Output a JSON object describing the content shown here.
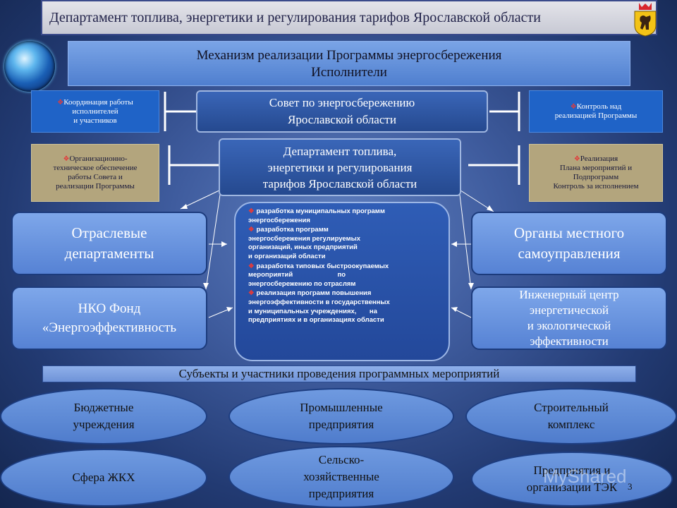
{
  "header": {
    "title": "Департамент топлива, энергетики и регулирования тарифов Ярославской области"
  },
  "mechanism": {
    "line1": "Механизм реализации Программы энергосбережения",
    "line2": "Исполнители"
  },
  "council": {
    "line1": "Совет по энергосбережению",
    "line2": "Ярославской области"
  },
  "department": {
    "line1": "Департамент топлива,",
    "line2": "энергетики и регулирования",
    "line3": "тарифов Ярославской области"
  },
  "side_boxes": {
    "coordination": {
      "line1": "Координация работы",
      "line2": "исполнителей",
      "line3": "и участников"
    },
    "control": {
      "line1": "Контроль над",
      "line2": "реализацией Программы"
    },
    "org_support": {
      "line1": "Организационно-",
      "line2": "техническое обеспечение",
      "line3": "работы Совета и",
      "line4": "реализации Программы"
    },
    "implementation": {
      "line1": "Реализация",
      "line2": "Плана мероприятий и",
      "line3": "Подпрограмм",
      "line4": "Контроль за исполнением"
    }
  },
  "left_boxes": {
    "branch": {
      "line1": "Отраслевые",
      "line2": "департаменты"
    },
    "nko": {
      "line1": "НКО Фонд",
      "line2": "«Энергоэффективность"
    }
  },
  "right_boxes": {
    "local_gov": {
      "line1": "Органы местного",
      "line2": "самоуправления"
    },
    "eng_center": {
      "line1": "Инженерный центр",
      "line2": "энергетической",
      "line3": "и экологической",
      "line4": "эффективности"
    }
  },
  "activities": [
    {
      "lines": [
        "разработка муниципальных программ",
        "энергосбережения"
      ]
    },
    {
      "lines": [
        "разработка программ",
        "энергосбережения регулируемых",
        "организаций, иных предприятий",
        "и организаций области"
      ]
    },
    {
      "lines": [
        "разработка типовых быстроокупаемых",
        "мероприятий                        по",
        "энергосбережению по отраслям"
      ]
    },
    {
      "lines": [
        "реализация программ повышения",
        "энергоэффективности в государственных",
        "и муниципальных учреждениях,       на",
        "предприятиях и в организациях области"
      ]
    }
  ],
  "subjects": {
    "title": "Субъекты и участники проведения программных мероприятий"
  },
  "participants": {
    "budget": {
      "line1": "Бюджетные",
      "line2": "учреждения"
    },
    "industry": {
      "line1": "Промышленные",
      "line2": "предприятия"
    },
    "construction": {
      "line1": "Строительный",
      "line2": "комплекс"
    },
    "housing": {
      "line1": "Сфера ЖКХ"
    },
    "agri": {
      "line1": "Сельско-",
      "line2": "хозяйственные",
      "line3": "предприятия"
    },
    "fuel": {
      "line1": "Предприятия и",
      "line2": "организации ТЭК"
    }
  },
  "watermark": {
    "text": "MyShared",
    "page": "3"
  },
  "colors": {
    "accent_marker": "#e23b3b",
    "dark_blue": "#1f63c7",
    "tan": "#b3a57d"
  },
  "icons": {
    "logo": "globe-logo",
    "crest": "coat-of-arms"
  }
}
